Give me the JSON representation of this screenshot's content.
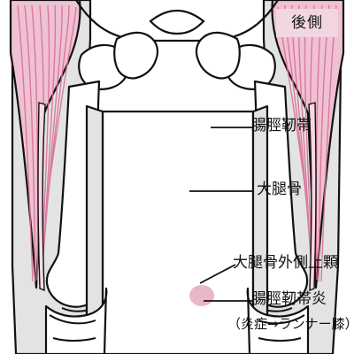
{
  "view_label": "後側",
  "labels": {
    "iliotibial_band": "腸脛靭帯",
    "femur": "大腿骨",
    "lateral_epicondyle": "大腿骨外側上顆",
    "syndrome": "腸脛靭帯炎",
    "syndrome_note": "（炎症→ランナー膝）"
  },
  "colors": {
    "muscle_pink": "#e7a9c0",
    "muscle_light": "#f4d7e2",
    "inflammation_pink": "#eab2c7",
    "leg_gray": "#e3e3e3",
    "outline": "#111111",
    "badge_bg": "#f2d6e2"
  },
  "icons": {
    "anatomy_diagram": "leg-anatomy-icon"
  }
}
